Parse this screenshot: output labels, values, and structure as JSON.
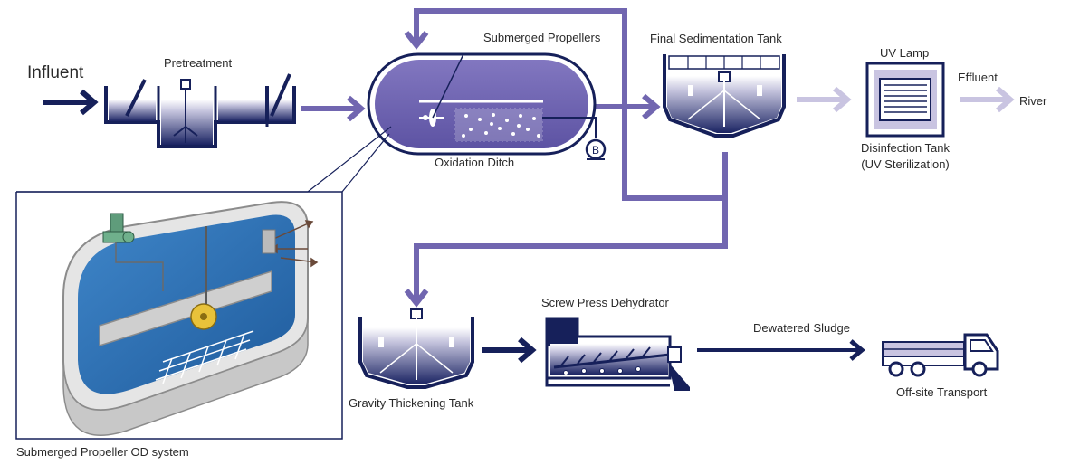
{
  "labels": {
    "influent": "Influent",
    "pretreatment": "Pretreatment",
    "submerged_propellers": "Submerged Propellers",
    "oxidation_ditch": "Oxidation Ditch",
    "blower_symbol": "B",
    "final_sedimentation_tank": "Final Sedimentation Tank",
    "uv_lamp": "UV Lamp",
    "effluent": "Effluent",
    "river": "River",
    "disinfection_tank": "Disinfection Tank",
    "uv_sterilization": "(UV Sterilization)",
    "screw_press_dehydrator": "Screw Press Dehydrator",
    "dewatered_sludge": "Dewatered Sludge",
    "gravity_thickening_tank": "Gravity Thickening Tank",
    "offsite_transport": "Off-site Transport",
    "inset_caption": "Submerged Propeller OD system"
  },
  "colors": {
    "navy": "#16205a",
    "purple": "#7166b0",
    "purple_dark": "#4f4591",
    "lavender": "#c9c4e1",
    "tank_blue": "#2d72b8"
  },
  "icons": [
    "arrow-icon",
    "tank-icon",
    "propeller-icon",
    "blower-icon",
    "uv-lamp-icon",
    "truck-icon"
  ]
}
